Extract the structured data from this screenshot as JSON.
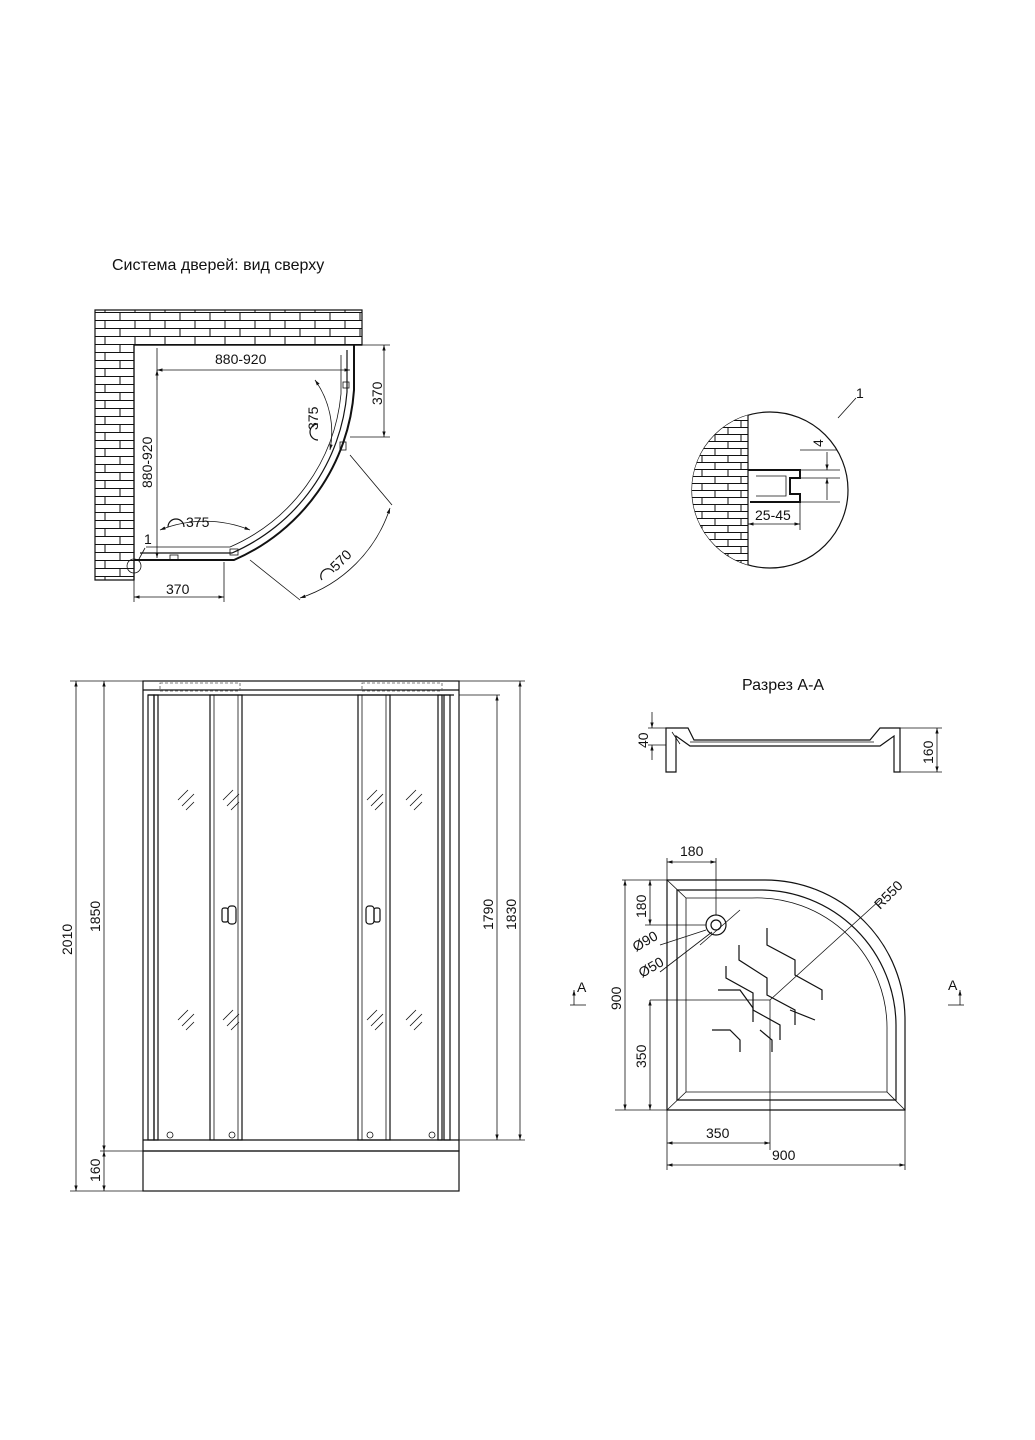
{
  "top_view": {
    "title": "Система дверей: вид сверху",
    "dim_width": "880-920",
    "dim_depth": "880-920",
    "dim_right_offset": "370",
    "dim_bottom_offset": "370",
    "dim_arc_right": "375",
    "dim_arc_bottom": "375",
    "dim_door_opening": "570",
    "callout": "1"
  },
  "detail_1": {
    "callout": "1",
    "dim_gap": "4",
    "dim_adjust": "25-45"
  },
  "front_view": {
    "dim_total_height": "2010",
    "dim_frame_height": "1850",
    "dim_tray_height": "160",
    "dim_door_height": "1790",
    "dim_inner_height": "1830"
  },
  "section": {
    "title": "Разрез А-А",
    "dim_rim": "40",
    "dim_height": "160"
  },
  "tray_plan": {
    "dim_drain_x": "180",
    "dim_drain_y": "180",
    "dim_radius": "R550",
    "dim_outlet": "Ø90",
    "dim_drain": "Ø50",
    "dim_depth": "900",
    "dim_width": "900",
    "dim_center_y": "350",
    "dim_center_x": "350",
    "cut_label_left": "A",
    "cut_label_right": "A"
  }
}
